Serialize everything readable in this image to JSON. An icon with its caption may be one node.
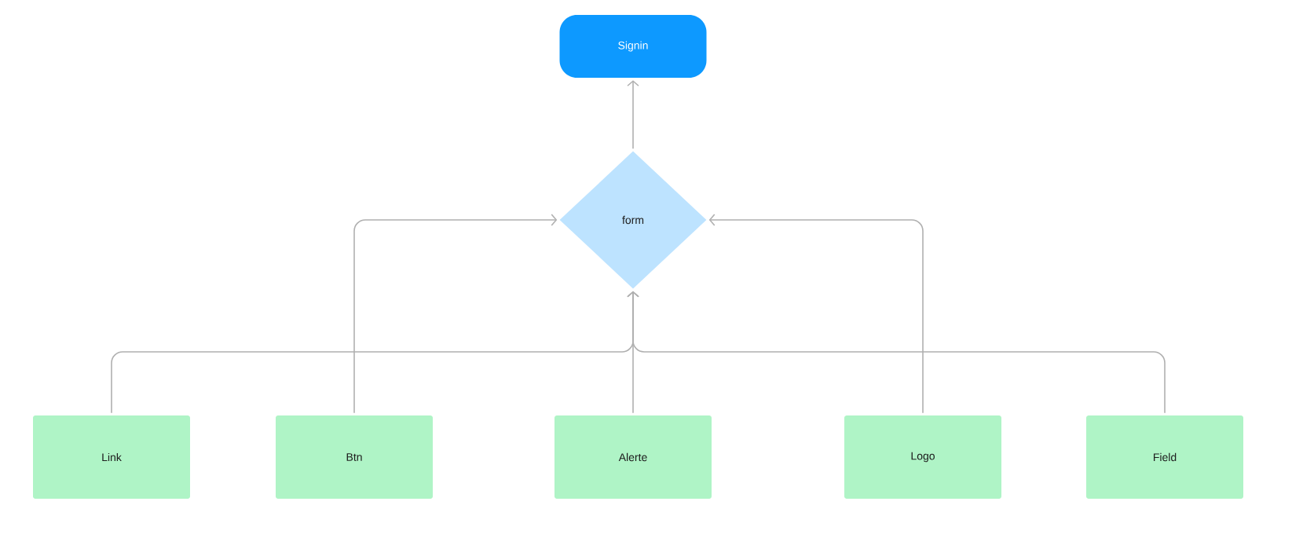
{
  "diagram": {
    "nodes": [
      {
        "text": [
          "Signin"
        ]
      },
      {
        "text": [
          "form"
        ]
      },
      {
        "text": [
          "Link"
        ]
      },
      {
        "text": [
          "Btn"
        ]
      },
      {
        "text": [
          "Alerte"
        ]
      },
      {
        "text": [
          "Logo"
        ]
      },
      {
        "text": [
          "Field"
        ]
      }
    ],
    "edges": [
      {
        "from": 1,
        "to": 0,
        "arrow": "to"
      },
      {
        "from": 2,
        "to": 1,
        "arrow": "to"
      },
      {
        "from": 3,
        "to": 1,
        "arrow": "to"
      },
      {
        "from": 4,
        "to": 1,
        "arrow": "to"
      },
      {
        "from": 5,
        "to": 1,
        "arrow": "to"
      },
      {
        "from": 6,
        "to": 1,
        "arrow": "to"
      }
    ]
  }
}
